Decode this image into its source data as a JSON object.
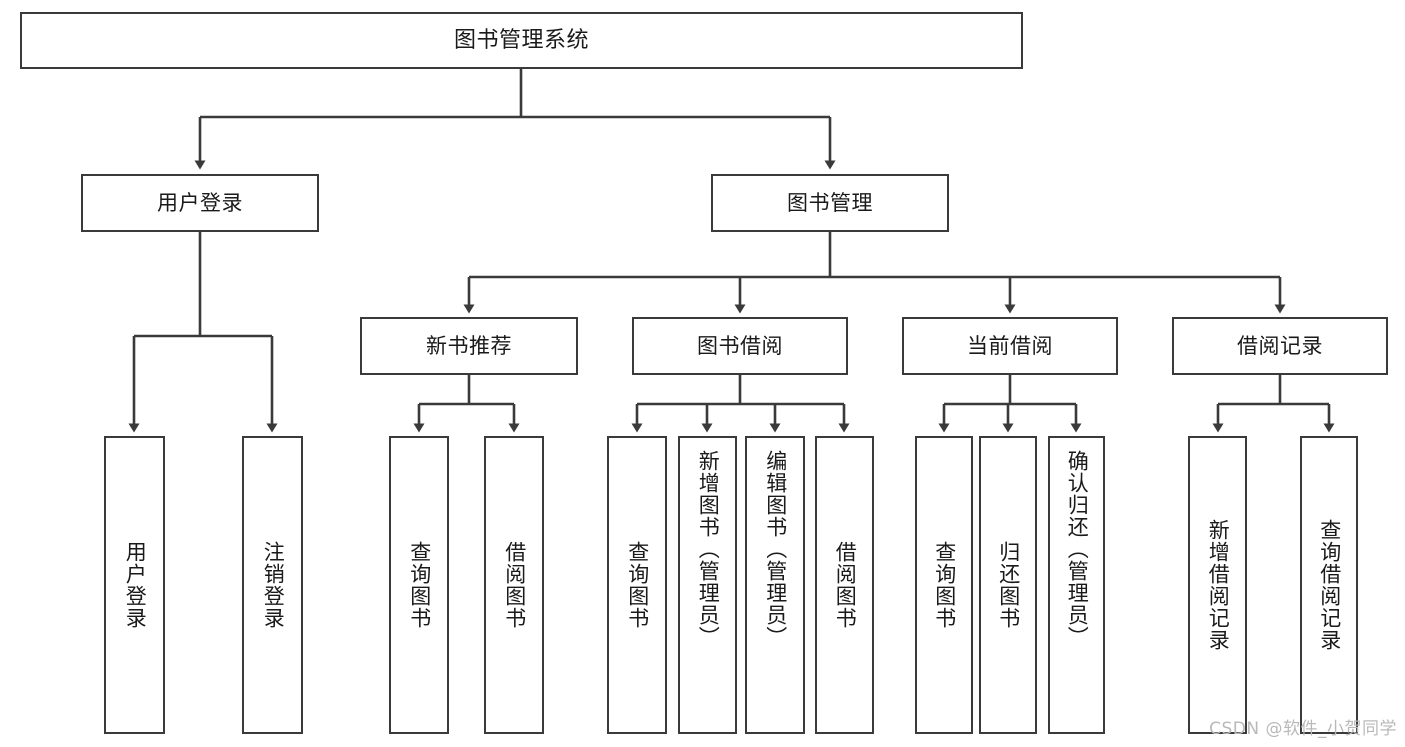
{
  "diagram": {
    "title": "图书管理系统",
    "type": "tree-hierarchy-functional-structure",
    "watermark": "CSDN @软件_小贺同学",
    "colors": {
      "box_border": "#3a3a3a",
      "box_fill": "#ffffff",
      "edge": "#3a3a3a",
      "text": "#1a1a1a",
      "watermark": "#b9b9b9",
      "background": "#ffffff"
    },
    "root": {
      "id": "root",
      "label": "图书管理系统"
    },
    "level1": [
      {
        "id": "user-login",
        "label": "用户登录"
      },
      {
        "id": "book-manage",
        "label": "图书管理"
      }
    ],
    "level2": [
      {
        "id": "new-book-recommend",
        "label": "新书推荐",
        "parent": "book-manage"
      },
      {
        "id": "book-borrow",
        "label": "图书借阅",
        "parent": "book-manage"
      },
      {
        "id": "current-borrow",
        "label": "当前借阅",
        "parent": "book-manage"
      },
      {
        "id": "borrow-record",
        "label": "借阅记录",
        "parent": "book-manage"
      }
    ],
    "leaves": {
      "user_login": [
        {
          "id": "leaf-user-login",
          "label": "用户登录"
        },
        {
          "id": "leaf-logout-login",
          "label": "注销登录"
        }
      ],
      "new_book_recommend": [
        {
          "id": "leaf-query-book-1",
          "label": "查询图书"
        },
        {
          "id": "leaf-borrow-book-1",
          "label": "借阅图书"
        }
      ],
      "book_borrow": [
        {
          "id": "leaf-query-book-2",
          "label": "查询图书"
        },
        {
          "id": "leaf-add-book",
          "label": "新增图书（管理员）"
        },
        {
          "id": "leaf-edit-book",
          "label": "编辑图书（管理员）"
        },
        {
          "id": "leaf-borrow-book-2",
          "label": "借阅图书"
        }
      ],
      "current_borrow": [
        {
          "id": "leaf-query-book-3",
          "label": "查询图书"
        },
        {
          "id": "leaf-return-book",
          "label": "归还图书"
        },
        {
          "id": "leaf-confirm-return",
          "label": "确认归还（管理员）"
        }
      ],
      "borrow_record": [
        {
          "id": "leaf-add-record",
          "label": "新增借阅记录"
        },
        {
          "id": "leaf-query-record",
          "label": "查询借阅记录"
        }
      ]
    }
  }
}
